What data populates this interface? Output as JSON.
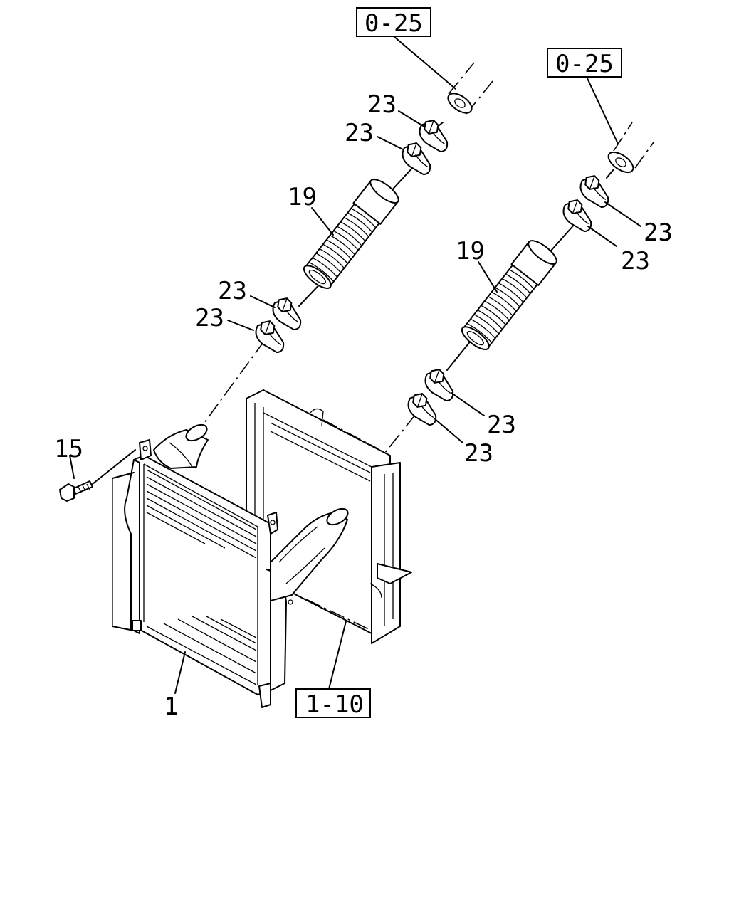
{
  "refs": {
    "top_left": "0-25",
    "top_right": "0-25",
    "bottom": "1-10"
  },
  "callouts": {
    "c23_a": "23",
    "c23_b": "23",
    "c19_left": "19",
    "c23_c": "23",
    "c23_d": "23",
    "c23_e": "23",
    "c23_f": "23",
    "c19_right": "19",
    "c23_g": "23",
    "c23_h": "23",
    "c15": "15",
    "c1": "1"
  }
}
